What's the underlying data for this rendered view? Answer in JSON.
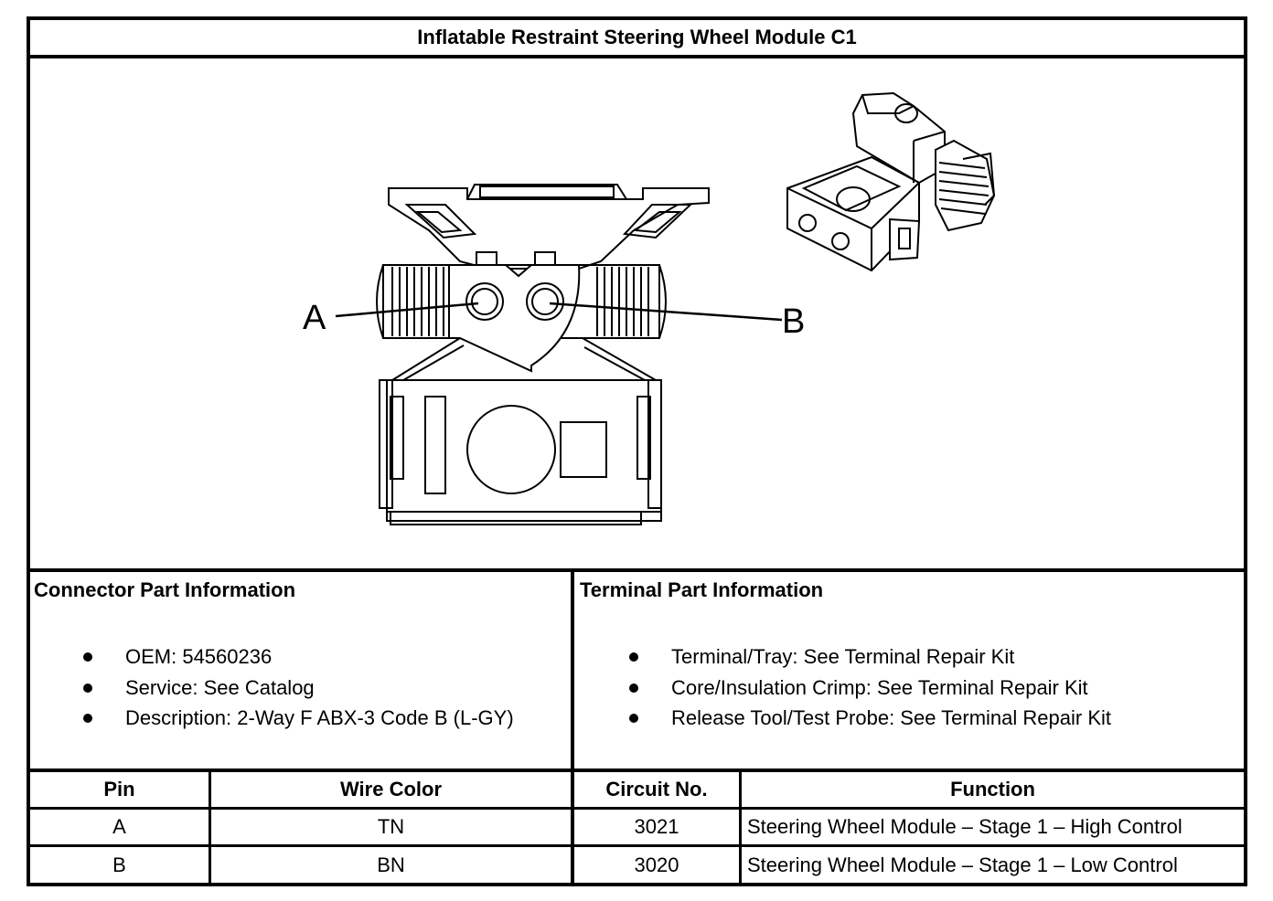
{
  "title": "Inflatable Restraint Steering Wheel Module C1",
  "diagram": {
    "label_a": "A",
    "label_b": "B"
  },
  "connector_info": {
    "heading": "Connector Part Information",
    "items": [
      "OEM: 54560236",
      "Service: See Catalog",
      "Description: 2-Way F ABX-3 Code B (L-GY)"
    ]
  },
  "terminal_info": {
    "heading": "Terminal Part Information",
    "items": [
      "Terminal/Tray: See Terminal Repair Kit",
      "Core/Insulation Crimp: See Terminal Repair Kit",
      "Release Tool/Test Probe: See Terminal Repair Kit"
    ]
  },
  "table": {
    "headers": [
      "Pin",
      "Wire Color",
      "Circuit No.",
      "Function"
    ],
    "rows": [
      [
        "A",
        "TN",
        "3021",
        "Steering Wheel Module – Stage 1 – High Control"
      ],
      [
        "B",
        "BN",
        "3020",
        "Steering Wheel Module – Stage 1 – Low Control"
      ]
    ]
  }
}
